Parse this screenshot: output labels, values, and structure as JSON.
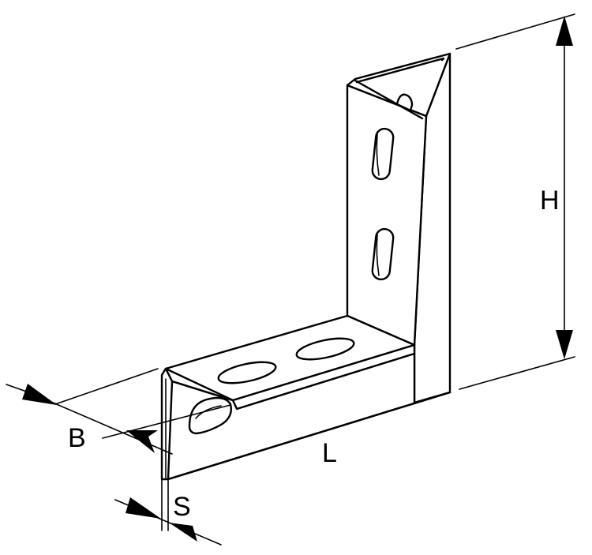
{
  "dimensions": {
    "height_label": "H",
    "length_label": "L",
    "width_label": "B",
    "thickness_label": "S"
  },
  "colors": {
    "line": "#000000",
    "background": "#ffffff"
  }
}
